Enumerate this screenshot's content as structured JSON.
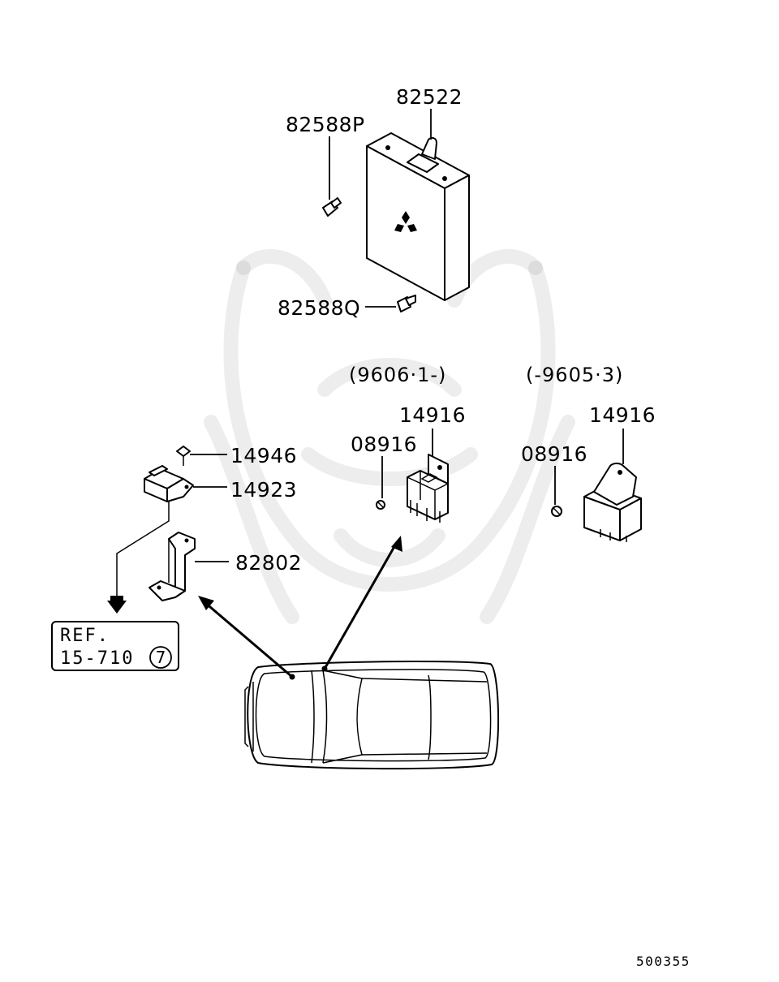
{
  "diagram": {
    "callouts": {
      "ecu": "82522",
      "bolt_upper": "82588P",
      "bolt_lower": "82588Q",
      "range_new": "(9606·1-)",
      "range_old": "(-9605·3)",
      "relay_new": "14916",
      "relay_old": "14916",
      "screw_new": "08916",
      "screw_old": "08916",
      "sensor_screw": "14946",
      "sensor": "14923",
      "bracket": "82802"
    },
    "reference_box": {
      "line1": "REF.",
      "line2": "15-710",
      "circled_number": "7"
    },
    "footer_code": "500355"
  }
}
